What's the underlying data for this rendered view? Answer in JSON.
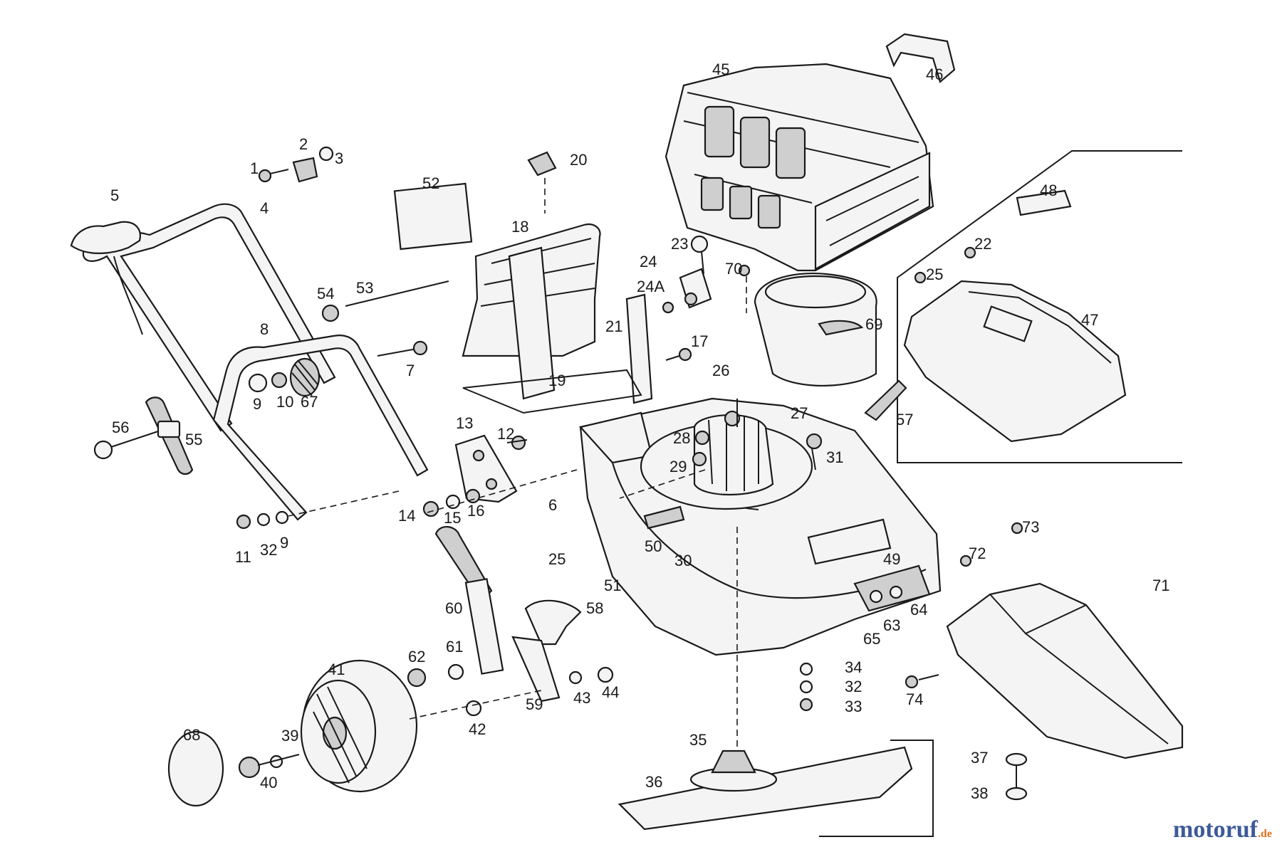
{
  "diagram": {
    "labels": [
      "1",
      "2",
      "3",
      "4",
      "5",
      "7",
      "8",
      "9",
      "10",
      "67",
      "56",
      "55",
      "11",
      "32",
      "9",
      "14",
      "15",
      "16",
      "13",
      "12",
      "6",
      "52",
      "18",
      "20",
      "53",
      "54",
      "21",
      "19",
      "24",
      "24A",
      "23",
      "70",
      "17",
      "45",
      "46",
      "69",
      "26",
      "27",
      "28",
      "29",
      "31",
      "50",
      "30",
      "49",
      "51",
      "25",
      "60",
      "62",
      "61",
      "58",
      "59",
      "43",
      "44",
      "42",
      "41",
      "39",
      "40",
      "68",
      "35",
      "36",
      "34",
      "32",
      "33",
      "65",
      "63",
      "64",
      "37",
      "38",
      "48",
      "22",
      "25",
      "47",
      "57",
      "71",
      "72",
      "73",
      "74"
    ]
  },
  "watermark": {
    "brand_a": "moto",
    "brand_b": "ruf",
    "tld": ".de"
  },
  "colors": {
    "ink": "#1a1a1a",
    "paper": "#ffffff",
    "watermark_blue": "#3d5a99",
    "watermark_orange": "#e07020"
  }
}
